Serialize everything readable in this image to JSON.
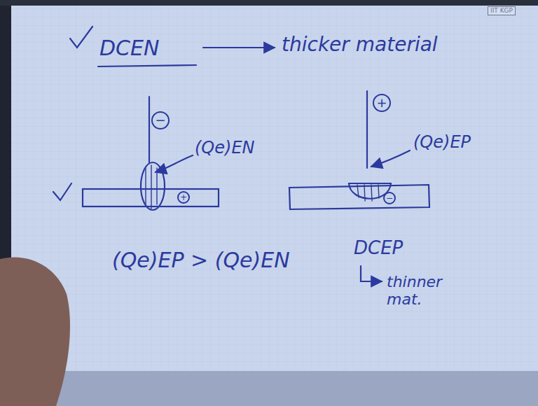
{
  "diagram": {
    "nodes": [
      {
        "text": [
          "IIT KGP"
        ]
      },
      {
        "text": [
          "−"
        ]
      },
      {
        "text": [
          "+"
        ]
      },
      {
        "text": [
          "+"
        ]
      },
      {
        "text": [
          "−"
        ]
      }
    ],
    "labels": [
      "DCEN",
      "thicker material",
      "(Qe)EN",
      "(Qe)EP",
      "(Qe)EP > (Qe)EN",
      "DCEP",
      "thinner mat."
    ]
  }
}
